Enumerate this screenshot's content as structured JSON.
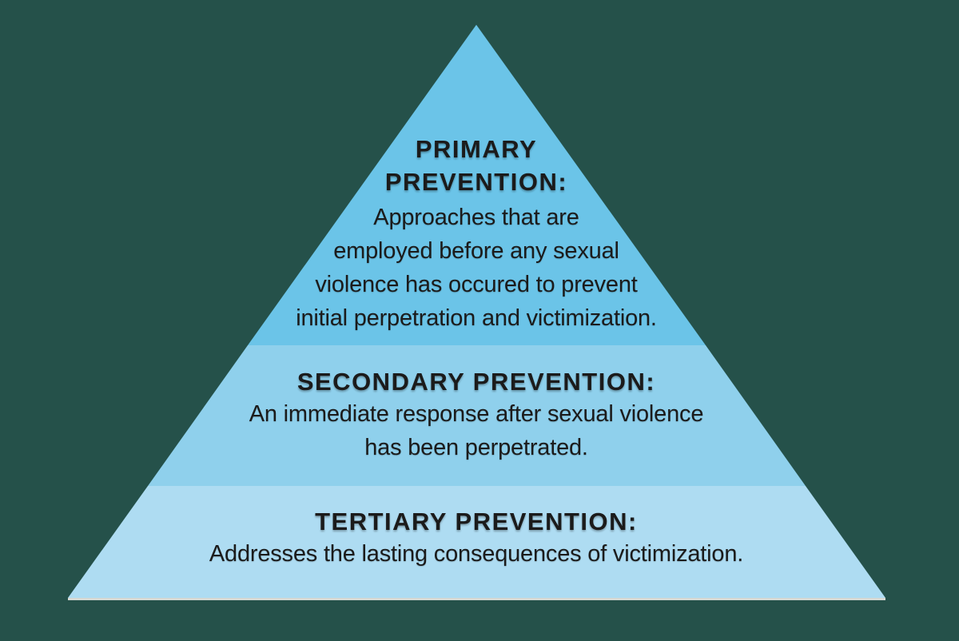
{
  "colors": {
    "background": "#25514A",
    "text": "#1B1B1B",
    "base_line": "#D6D9D4"
  },
  "tiers": [
    {
      "name": "primary",
      "fill": "#6BC4E8",
      "heading_lines": [
        "PRIMARY",
        "PREVENTION:"
      ],
      "body_lines": [
        "Approaches that are",
        "employed before any sexual",
        "violence has occured to prevent",
        "initial perpetration and victimization."
      ]
    },
    {
      "name": "secondary",
      "fill": "#8FD0EC",
      "heading_lines": [
        "SECONDARY PREVENTION:"
      ],
      "body_lines": [
        "An immediate response after sexual violence",
        "has been perpetrated."
      ]
    },
    {
      "name": "tertiary",
      "fill": "#AEDCF2",
      "heading_lines": [
        "TERTIARY PREVENTION:"
      ],
      "body_lines": [
        "Addresses the lasting consequences of victimization."
      ]
    }
  ]
}
